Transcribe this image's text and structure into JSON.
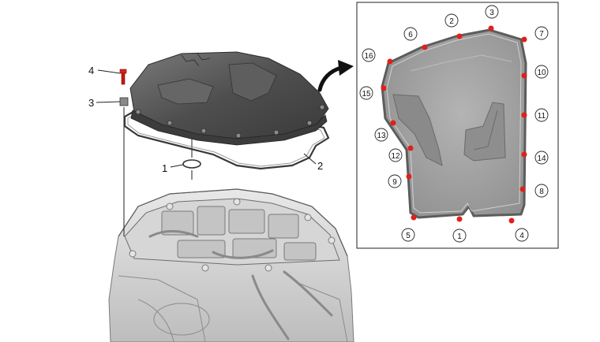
{
  "left_callouts": [
    {
      "id": "4",
      "text": "4"
    },
    {
      "id": "3",
      "text": "3"
    },
    {
      "id": "1",
      "text": "1"
    },
    {
      "id": "2",
      "text": "2"
    }
  ],
  "bolt_markers": [
    {
      "id": "1",
      "text": "1"
    },
    {
      "id": "2",
      "text": "2"
    },
    {
      "id": "3",
      "text": "3"
    },
    {
      "id": "4",
      "text": "4"
    },
    {
      "id": "5",
      "text": "5"
    },
    {
      "id": "6",
      "text": "6"
    },
    {
      "id": "7",
      "text": "7"
    },
    {
      "id": "8",
      "text": "8"
    },
    {
      "id": "9",
      "text": "9"
    },
    {
      "id": "10",
      "text": "10"
    },
    {
      "id": "11",
      "text": "11"
    },
    {
      "id": "12",
      "text": "12"
    },
    {
      "id": "13",
      "text": "13"
    },
    {
      "id": "14",
      "text": "14"
    },
    {
      "id": "15",
      "text": "15"
    },
    {
      "id": "16",
      "text": "16"
    }
  ],
  "colors": {
    "bolt_dot": "#e0201c",
    "cover_dark": "#4a4a4a",
    "cover_mid": "#6a6a6a",
    "pan_fill": "#a8a8a8",
    "frame": "#222222"
  }
}
